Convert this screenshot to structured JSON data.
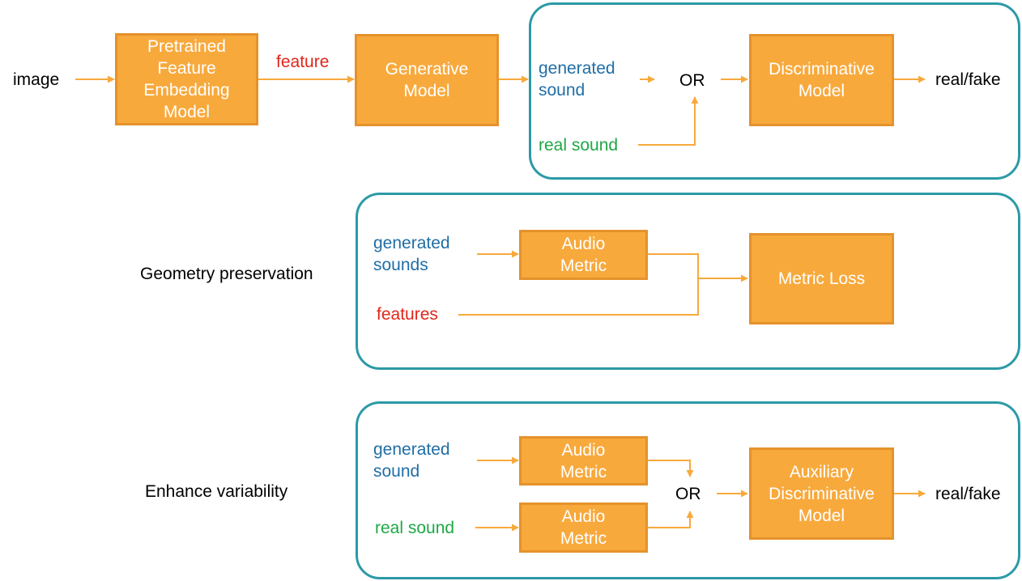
{
  "colors": {
    "block_fill": "#f8a93c",
    "block_border": "#e5922b",
    "arrow": "#f8a93c",
    "group_border": "#2c9aa6",
    "generated_text": "#1f6ea6",
    "real_text": "#1ea845",
    "feature_text": "#e0261b"
  },
  "top_row": {
    "input_label": "image",
    "embedding_block": "Pretrained\nFeature\nEmbedding\nModel",
    "feature_label": "feature",
    "generative_block": "Generative\nModel",
    "generated_sound_label": "generated\nsound",
    "real_sound_label": "real sound",
    "or_label": "OR",
    "discriminative_block": "Discriminative\nModel",
    "output_label": "real/fake"
  },
  "geometry_section": {
    "section_label": "Geometry preservation",
    "generated_sounds_label": "generated\nsounds",
    "features_label": "features",
    "audio_metric_block": "Audio\nMetric",
    "metric_loss_block": "Metric Loss"
  },
  "variability_section": {
    "section_label": "Enhance variability",
    "generated_sound_label": "generated\nsound",
    "real_sound_label": "real sound",
    "audio_metric_block_1": "Audio\nMetric",
    "audio_metric_block_2": "Audio\nMetric",
    "or_label": "OR",
    "aux_discriminative_block": "Auxiliary\nDiscriminative\nModel",
    "output_label": "real/fake"
  }
}
